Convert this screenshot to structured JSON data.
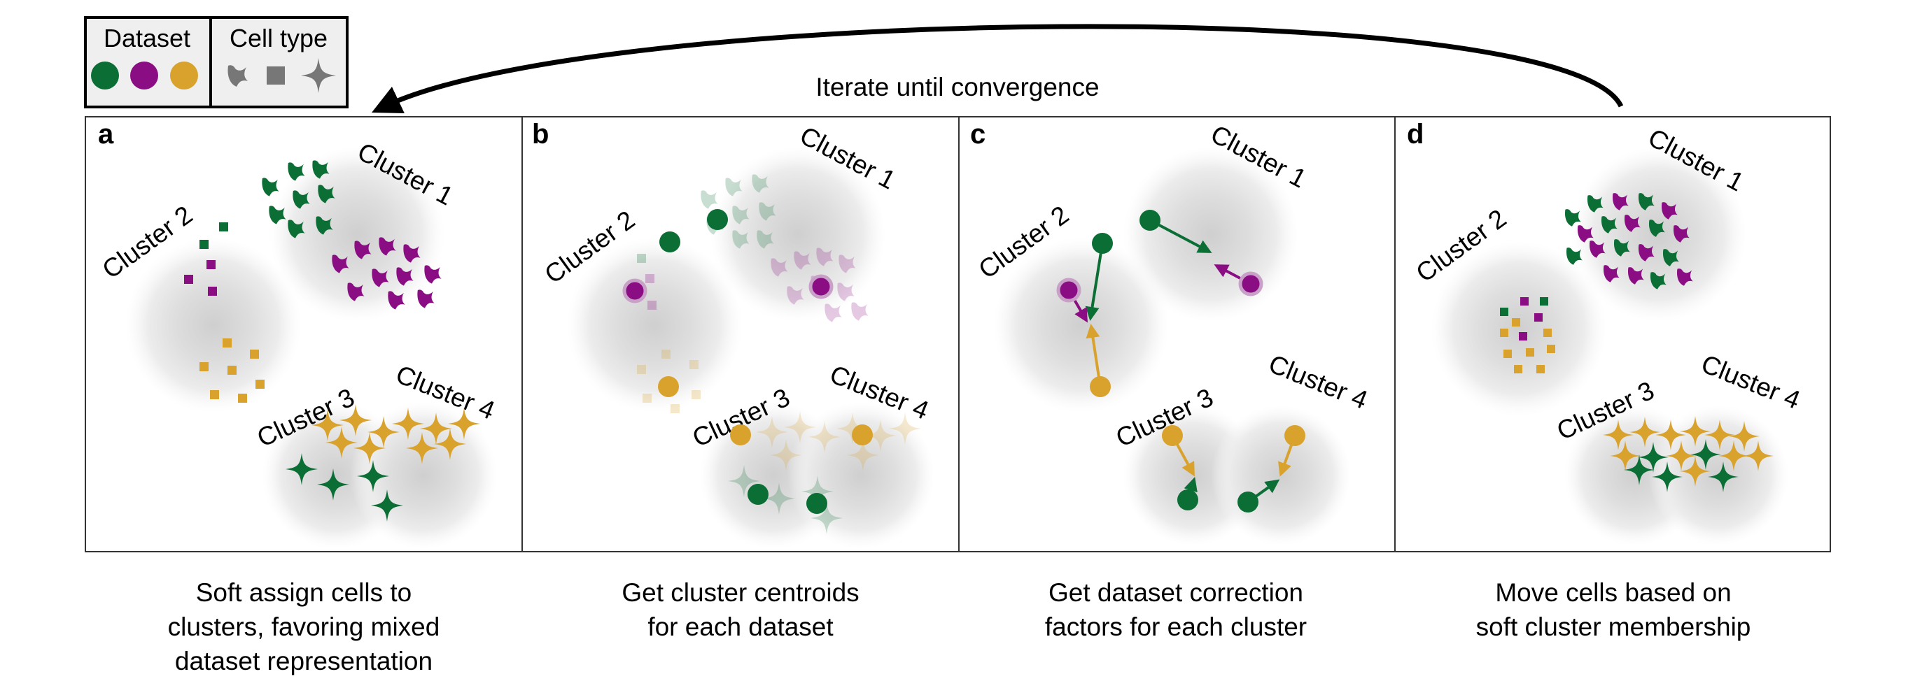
{
  "legend": {
    "dataset_title": "Dataset",
    "celltype_title": "Cell type",
    "dataset_colors": [
      "#0a6e35",
      "#8b0d84",
      "#d9a22d"
    ]
  },
  "iterate_label": "Iterate until convergence",
  "panels": [
    {
      "letter": "a",
      "clusters": [
        "Cluster 1",
        "Cluster 2",
        "Cluster 3",
        "Cluster 4"
      ],
      "caption": [
        "Soft assign cells to",
        "clusters, favoring mixed",
        "dataset representation"
      ]
    },
    {
      "letter": "b",
      "clusters": [
        "Cluster 1",
        "Cluster 2",
        "Cluster 3",
        "Cluster 4"
      ],
      "caption": [
        "Get cluster centroids",
        "for each dataset"
      ]
    },
    {
      "letter": "c",
      "clusters": [
        "Cluster 1",
        "Cluster 2",
        "Cluster 3",
        "Cluster 4"
      ],
      "caption": [
        "Get dataset correction",
        "factors for each cluster"
      ]
    },
    {
      "letter": "d",
      "clusters": [
        "Cluster 1",
        "Cluster 2",
        "Cluster 3",
        "Cluster 4"
      ],
      "caption": [
        "Move cells based on",
        "soft cluster membership"
      ]
    }
  ],
  "icons": {
    "dataset_markers": "filled-circle",
    "celltype_markers": [
      "leaf-cell-icon",
      "square-cell-icon",
      "star-cell-icon"
    ]
  }
}
